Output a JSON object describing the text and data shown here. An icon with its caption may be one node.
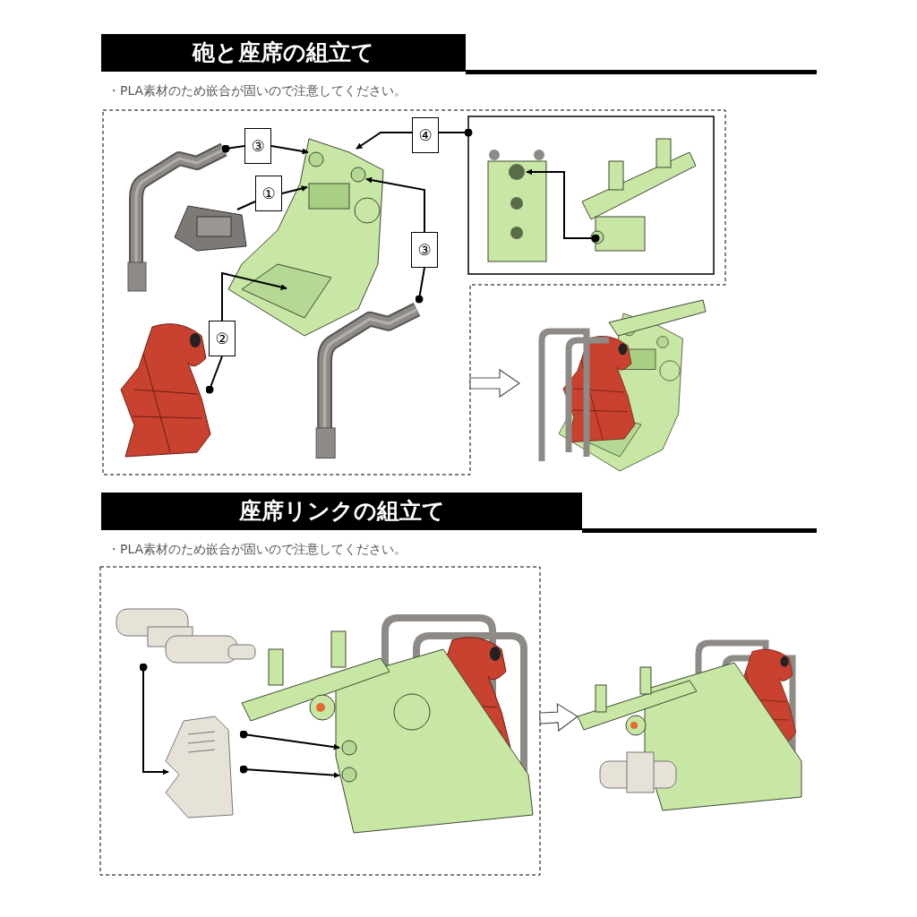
{
  "diagram": {
    "nodes": [
      {
        "text": [],
        "shape": "box"
      },
      {
        "text": [],
        "shape": "picture",
        "in": 0
      },
      {
        "text": [],
        "shape": "picture",
        "in": 0
      },
      {
        "text": [],
        "shape": "picture",
        "in": 0
      },
      {
        "text": [],
        "shape": "picture",
        "in": 0
      },
      {
        "text": [],
        "shape": "picture",
        "in": 0
      },
      {
        "text": [
          "③"
        ],
        "in": 0
      },
      {
        "text": [
          "①"
        ],
        "in": 0
      },
      {
        "text": [
          "②"
        ],
        "in": 0
      },
      {
        "text": [
          "③"
        ],
        "in": 0
      },
      {
        "text": [
          "④"
        ],
        "in": 0
      },
      {
        "text": [],
        "shape": "box",
        "in": 0
      },
      {
        "text": [],
        "shape": "picture",
        "in": 11
      },
      {
        "text": [],
        "shape": "picture",
        "in": 11
      },
      {
        "text": [],
        "shape": "picture"
      },
      {
        "text": [],
        "shape": "box"
      },
      {
        "text": [],
        "shape": "picture",
        "in": 15
      },
      {
        "text": [],
        "shape": "picture",
        "in": 15
      },
      {
        "text": [],
        "shape": "picture",
        "in": 15
      },
      {
        "text": [],
        "shape": "picture"
      }
    ],
    "edges": [
      {
        "from": 6,
        "to": 2,
        "arrow": "other"
      },
      {
        "from": 6,
        "to": 1,
        "arrow": "to"
      },
      {
        "from": 7,
        "to": 3,
        "arrow": "none"
      },
      {
        "from": 7,
        "to": 1,
        "arrow": "to"
      },
      {
        "from": 8,
        "to": 4,
        "arrow": "other"
      },
      {
        "from": 8,
        "to": 1,
        "arrow": "to"
      },
      {
        "from": 9,
        "to": 5,
        "arrow": "other"
      },
      {
        "from": 9,
        "to": 1,
        "arrow": "to"
      },
      {
        "from": 10,
        "to": 11,
        "arrow": "other"
      },
      {
        "from": 10,
        "to": 1,
        "arrow": "to"
      },
      {
        "from": 13,
        "to": 12,
        "arrow": "to"
      },
      {
        "from": 0,
        "to": 14,
        "arrow": "to",
        "style": "thick"
      },
      {
        "from": 16,
        "to": 17,
        "arrow": "to"
      },
      {
        "from": 17,
        "to": 18,
        "arrow": "to"
      },
      {
        "from": 17,
        "to": 18,
        "arrow": "to"
      },
      {
        "from": 15,
        "to": 19,
        "arrow": "to",
        "style": "thick"
      }
    ],
    "labels": [
      "砲と座席の組立て",
      "・PLA素材のため嵌合が固いので注意してください。",
      "座席リンクの組立て",
      "・PLA素材のため嵌合が固いので注意してください。"
    ]
  }
}
